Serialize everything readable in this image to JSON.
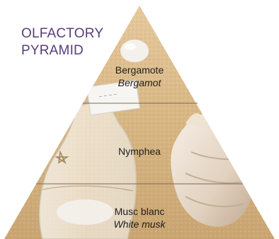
{
  "title": {
    "line1": "OLFACTORY",
    "line2": "PYRAMID"
  },
  "tiers": {
    "top": {
      "name_fr": "Bergamote",
      "name_en": "Bergamot"
    },
    "mid": {
      "name_fr": "Nymphea",
      "name_en": ""
    },
    "base": {
      "name_fr": "Musc blanc",
      "name_en": "White musk"
    }
  },
  "colors": {
    "title": "#5a3d78",
    "sand": "#d9b98a",
    "divider": "#7a6b58"
  }
}
